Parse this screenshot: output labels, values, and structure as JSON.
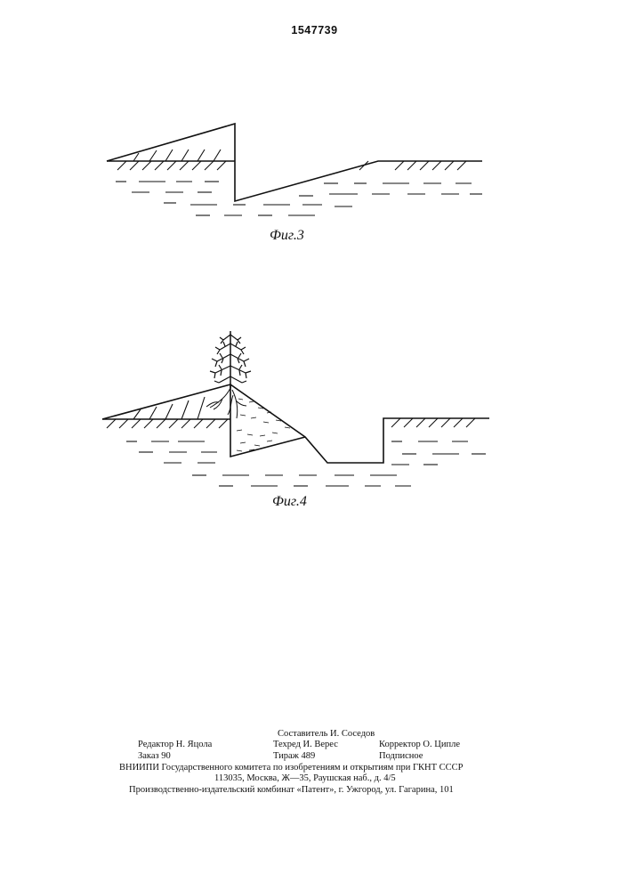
{
  "document": {
    "patent_number": "1547739"
  },
  "figures": [
    {
      "id": "fig3",
      "caption": "Фиг.3"
    },
    {
      "id": "fig4",
      "caption": "Фиг.4"
    }
  ],
  "imprint": {
    "compiler": "Составитель И. Соседов",
    "editor": "Редактор Н. Яцола",
    "tech_editor": "Техред И. Верес",
    "corrector": "Корректор О. Ципле",
    "order": "Заказ 90",
    "circulation": "Тираж 489",
    "subscription": "Подписное",
    "institute": "ВНИИПИ Государственного комитета по изобретениям и открытиям при ГКНТ СССР",
    "address": "113035, Москва, Ж—35, Раушская наб., д. 4/5",
    "publisher": "Производственно-издательский комбинат «Патент», г. Ужгород, ул. Гагарина, 101"
  }
}
